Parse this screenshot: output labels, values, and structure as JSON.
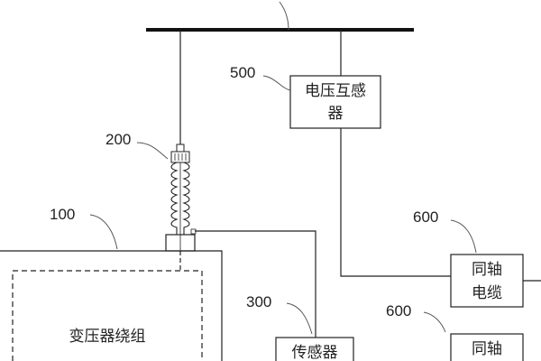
{
  "labels": {
    "transformer_ref": "100",
    "bushing_ref": "200",
    "sensor_ref": "300",
    "vt_ref": "500",
    "coax_ref_1": "600",
    "coax_ref_2": "600"
  },
  "blocks": {
    "vt_line1": "电压互感",
    "vt_line2": "器",
    "winding": "变压器绕组",
    "sensor": "传感器",
    "coax1_line1": "同轴",
    "coax1_line2": "电缆",
    "coax2_line1": "同轴"
  }
}
